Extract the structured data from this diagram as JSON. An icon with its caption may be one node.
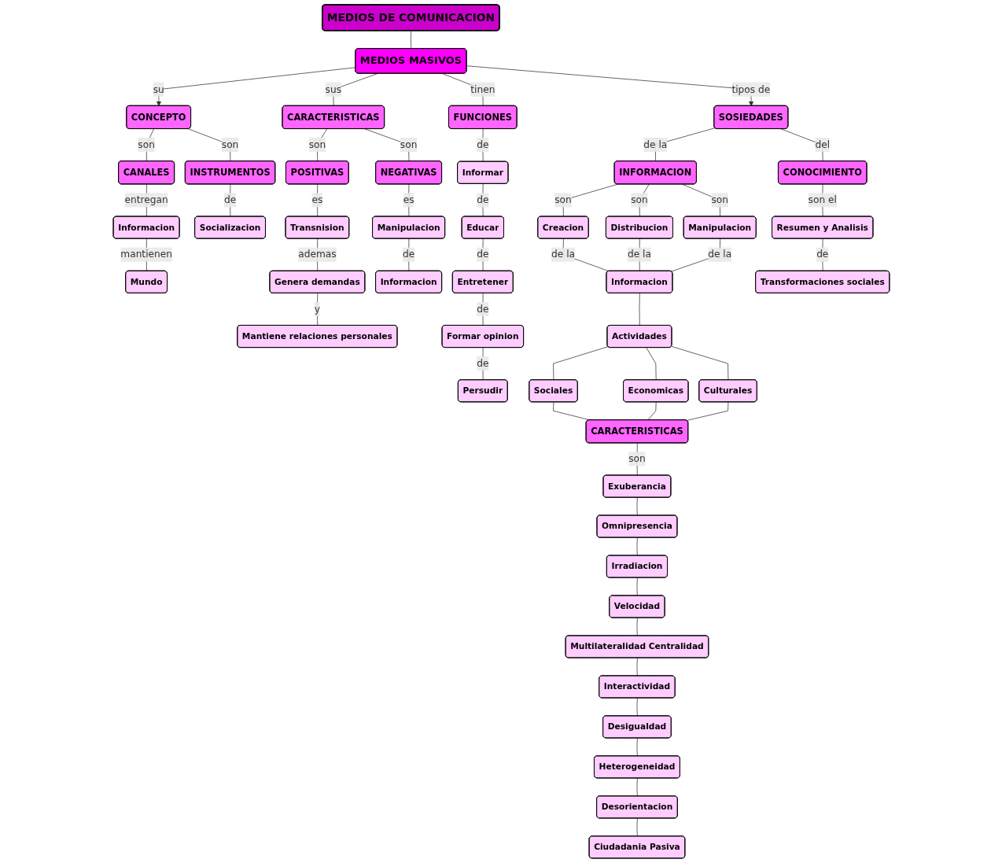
{
  "diagram": {
    "nodes": [
      {
        "text": [
          "MEDIOS DE COMUNICACION"
        ]
      },
      {
        "text": [
          "MEDIOS MASIVOS"
        ]
      },
      {
        "text": [
          "CONCEPTO"
        ]
      },
      {
        "text": [
          "CARACTERISTICAS"
        ]
      },
      {
        "text": [
          "FUNCIONES"
        ]
      },
      {
        "text": [
          "SOSIEDADES"
        ]
      },
      {
        "text": [
          "CANALES"
        ]
      },
      {
        "text": [
          "INSTRUMENTOS"
        ]
      },
      {
        "text": [
          "Informacion"
        ]
      },
      {
        "text": [
          "Socializacion"
        ]
      },
      {
        "text": [
          "Mundo"
        ]
      },
      {
        "text": [
          "POSITIVAS"
        ]
      },
      {
        "text": [
          "NEGATIVAS"
        ]
      },
      {
        "text": [
          "Transnision"
        ]
      },
      {
        "text": [
          "Manipulacion"
        ]
      },
      {
        "text": [
          "Genera demandas"
        ]
      },
      {
        "text": [
          "Informacion"
        ]
      },
      {
        "text": [
          "Mantiene relaciones personales"
        ]
      },
      {
        "text": [
          "Informar"
        ]
      },
      {
        "text": [
          "Educar"
        ]
      },
      {
        "text": [
          "Entretener"
        ]
      },
      {
        "text": [
          "Formar opinion"
        ]
      },
      {
        "text": [
          "Persudir"
        ]
      },
      {
        "text": [
          "INFORMACION"
        ]
      },
      {
        "text": [
          "CONOCIMIENTO"
        ]
      },
      {
        "text": [
          "Creacion"
        ]
      },
      {
        "text": [
          "Distribucion"
        ]
      },
      {
        "text": [
          "Manipulacion"
        ]
      },
      {
        "text": [
          "Resumen y Analisis"
        ]
      },
      {
        "text": [
          "Informacion"
        ]
      },
      {
        "text": [
          "Transformaciones sociales"
        ]
      },
      {
        "text": [
          "Actividades"
        ]
      },
      {
        "text": [
          "Sociales"
        ]
      },
      {
        "text": [
          "Economicas"
        ]
      },
      {
        "text": [
          "Culturales"
        ]
      },
      {
        "text": [
          "CARACTERISTICAS"
        ]
      },
      {
        "text": [
          "Exuberancia"
        ]
      },
      {
        "text": [
          "Omnipresencia"
        ]
      },
      {
        "text": [
          "Irradiacion"
        ]
      },
      {
        "text": [
          "Velocidad"
        ]
      },
      {
        "text": [
          "Multilateralidad Centralidad"
        ]
      },
      {
        "text": [
          "Interactividad"
        ]
      },
      {
        "text": [
          "Desigualdad"
        ]
      },
      {
        "text": [
          "Heterogeneidad"
        ]
      },
      {
        "text": [
          "Desorientacion"
        ]
      },
      {
        "text": [
          "Ciudadania Pasiva"
        ]
      }
    ],
    "edges": [
      {
        "from": 0,
        "to": 1,
        "arrow": "none"
      },
      {
        "from": 1,
        "to": 2,
        "label": "su",
        "arrow": "to"
      },
      {
        "from": 1,
        "to": 3,
        "label": "sus",
        "arrow": "none"
      },
      {
        "from": 1,
        "to": 4,
        "label": "tinen",
        "arrow": "none"
      },
      {
        "from": 1,
        "to": 5,
        "label": "tipos de",
        "arrow": "to"
      },
      {
        "from": 2,
        "to": 6,
        "label": "son",
        "arrow": "none"
      },
      {
        "from": 2,
        "to": 7,
        "label": "son",
        "arrow": "none"
      },
      {
        "from": 6,
        "to": 8,
        "label": "entregan",
        "arrow": "none"
      },
      {
        "from": 8,
        "to": 10,
        "label": "mantienen",
        "arrow": "none"
      },
      {
        "from": 7,
        "to": 9,
        "label": "de",
        "arrow": "none"
      },
      {
        "from": 3,
        "to": 11,
        "label": "son",
        "arrow": "none"
      },
      {
        "from": 3,
        "to": 12,
        "label": "son",
        "arrow": "none"
      },
      {
        "from": 11,
        "to": 13,
        "label": "es",
        "arrow": "none"
      },
      {
        "from": 13,
        "to": 15,
        "label": "ademas",
        "arrow": "none"
      },
      {
        "from": 15,
        "to": 17,
        "label": "y",
        "arrow": "none"
      },
      {
        "from": 12,
        "to": 14,
        "label": "es",
        "arrow": "none"
      },
      {
        "from": 14,
        "to": 16,
        "label": "de",
        "arrow": "none"
      },
      {
        "from": 4,
        "to": 18,
        "label": "de",
        "arrow": "none"
      },
      {
        "from": 18,
        "to": 19,
        "label": "de",
        "arrow": "none"
      },
      {
        "from": 19,
        "to": 20,
        "label": "de",
        "arrow": "none"
      },
      {
        "from": 20,
        "to": 21,
        "label": "de",
        "arrow": "none"
      },
      {
        "from": 21,
        "to": 22,
        "label": "de",
        "arrow": "none"
      },
      {
        "from": 5,
        "to": 23,
        "label": "de la",
        "arrow": "none"
      },
      {
        "from": 5,
        "to": 24,
        "label": "del",
        "arrow": "none"
      },
      {
        "from": 23,
        "to": 25,
        "label": "son",
        "arrow": "none"
      },
      {
        "from": 23,
        "to": 26,
        "label": "son",
        "arrow": "none"
      },
      {
        "from": 23,
        "to": 27,
        "label": "son",
        "arrow": "none"
      },
      {
        "from": 25,
        "to": 29,
        "label": "de la",
        "arrow": "none"
      },
      {
        "from": 26,
        "to": 29,
        "label": "de la",
        "arrow": "none"
      },
      {
        "from": 27,
        "to": 29,
        "label": "de la",
        "arrow": "none"
      },
      {
        "from": 24,
        "to": 28,
        "label": "son el",
        "arrow": "none"
      },
      {
        "from": 28,
        "to": 30,
        "label": "de",
        "arrow": "none"
      },
      {
        "from": 29,
        "to": 31,
        "arrow": "none"
      },
      {
        "from": 31,
        "to": 32,
        "arrow": "none"
      },
      {
        "from": 31,
        "to": 33,
        "arrow": "none"
      },
      {
        "from": 31,
        "to": 34,
        "arrow": "none"
      },
      {
        "from": 32,
        "to": 35,
        "arrow": "none"
      },
      {
        "from": 33,
        "to": 35,
        "arrow": "none"
      },
      {
        "from": 34,
        "to": 35,
        "arrow": "none"
      },
      {
        "from": 35,
        "to": 36,
        "label": "son",
        "arrow": "none"
      },
      {
        "from": 36,
        "to": 37,
        "arrow": "none"
      },
      {
        "from": 37,
        "to": 38,
        "arrow": "none"
      },
      {
        "from": 38,
        "to": 39,
        "arrow": "none"
      },
      {
        "from": 39,
        "to": 40,
        "arrow": "none"
      },
      {
        "from": 40,
        "to": 41,
        "arrow": "none"
      },
      {
        "from": 41,
        "to": 42,
        "arrow": "none"
      },
      {
        "from": 42,
        "to": 43,
        "arrow": "none"
      },
      {
        "from": 43,
        "to": 44,
        "arrow": "none"
      },
      {
        "from": 44,
        "to": 45,
        "arrow": "none"
      }
    ]
  }
}
